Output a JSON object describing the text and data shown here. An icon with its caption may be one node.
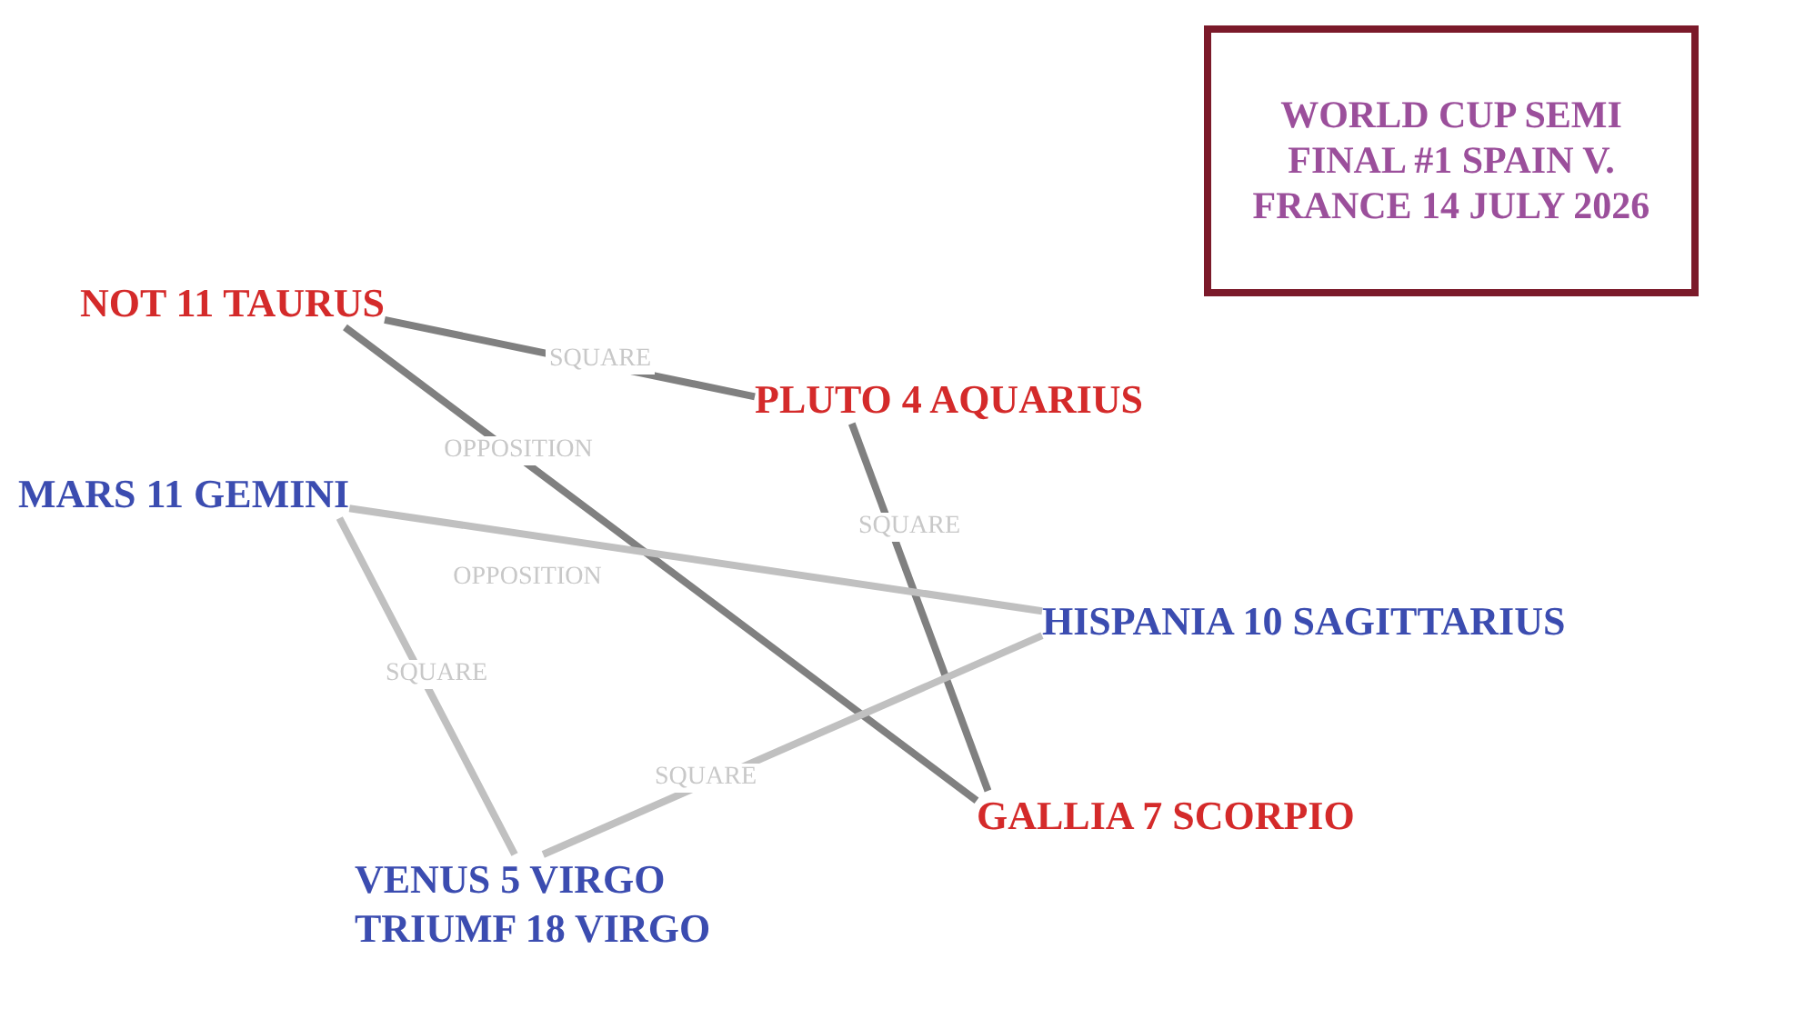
{
  "diagram": {
    "nodes": [
      {
        "text": [
          "WORLD CUP SEMI FINAL #1 SPAIN V. FRANCE 14 JULY 2026"
        ]
      },
      {
        "text": [
          "NOT 11 TAURUS"
        ]
      },
      {
        "text": [
          "PLUTO 4 AQUARIUS"
        ]
      },
      {
        "text": [
          "MARS 11 GEMINI"
        ]
      },
      {
        "text": [
          "HISPANIA 10 SAGITTARIUS"
        ]
      },
      {
        "text": [
          "GALLIA 7 SCORPIO"
        ]
      },
      {
        "text": [
          "VENUS 5 VIRGO",
          "TRIUMF 18 VIRGO"
        ]
      }
    ],
    "edges": [
      {
        "from": 1,
        "to": 2,
        "arrow": "none",
        "label": "SQUARE",
        "color": "#808080"
      },
      {
        "from": 1,
        "to": 5,
        "arrow": "none",
        "label": "OPPOSITION",
        "color": "#808080"
      },
      {
        "from": 2,
        "to": 5,
        "arrow": "none",
        "label": "SQUARE",
        "color": "#808080"
      },
      {
        "from": 3,
        "to": 4,
        "arrow": "none",
        "label": "OPPOSITION",
        "color": "#c0c0c0"
      },
      {
        "from": 3,
        "to": 6,
        "arrow": "none",
        "label": "SQUARE",
        "color": "#c0c0c0"
      },
      {
        "from": 4,
        "to": 6,
        "arrow": "none",
        "label": "SQUARE",
        "color": "#c0c0c0"
      }
    ]
  }
}
